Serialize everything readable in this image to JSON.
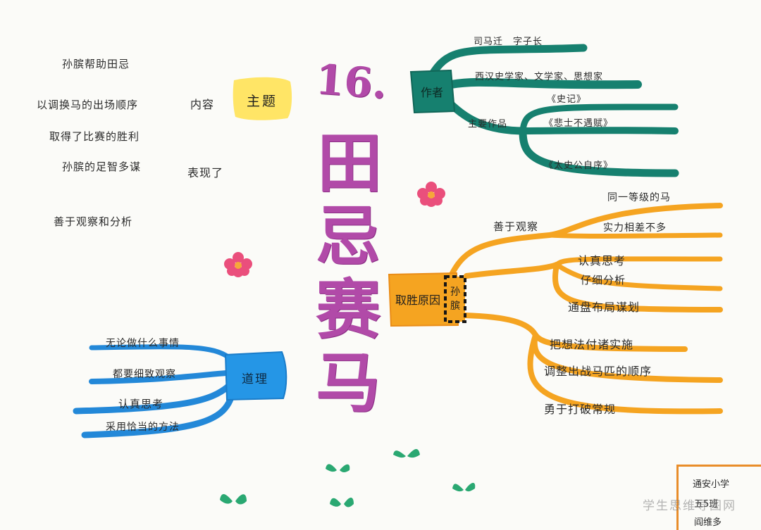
{
  "title": {
    "number": "16.",
    "chars": [
      "田",
      "忌",
      "赛",
      "马"
    ]
  },
  "theme": {
    "label": "主题",
    "content_label": "内容",
    "content_lines": [
      "孙膑帮助田忌",
      "以调换马的出场顺序",
      "取得了比赛的胜利"
    ],
    "shows_label": "表现了",
    "shows_lines": [
      "孙膑的足智多谋",
      "善于观察和分析"
    ]
  },
  "author": {
    "label": "作者",
    "items": [
      "司马迁　字子长",
      "西汉史学家、文学家、思想家"
    ],
    "works_label": "主要作品",
    "works": [
      "《史记》",
      "《悲士不遇赋》",
      "《太史公自序》"
    ]
  },
  "reason": {
    "label": "取胜原因",
    "person": "孙膑",
    "observe_label": "善于观察",
    "observe_items": [
      "同一等级的马",
      "实力相差不多"
    ],
    "think_items": [
      "认真思考",
      "仔细分析",
      "通盘布局谋划"
    ],
    "act_items": [
      "把想法付诸实施",
      "调整出战马匹的顺序",
      "勇于打破常规"
    ]
  },
  "lesson": {
    "label": "道理",
    "items": [
      "无论做什么事情",
      "都要细致观察",
      "认真思考",
      "采用恰当的方法"
    ]
  },
  "school": {
    "lines": [
      "通安小学",
      "五5班",
      "阎维多"
    ]
  },
  "watermark": "学生思维导图网",
  "colors": {
    "teal": "#16806f",
    "orange": "#f5a421",
    "blue": "#2388d8",
    "yellow": "#ffe566",
    "title": "#b14aa8",
    "flower": "#ea4f7c",
    "sprout": "#2aa872"
  }
}
